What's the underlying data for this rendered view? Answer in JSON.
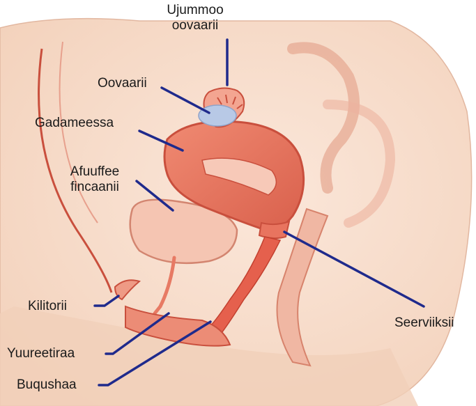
{
  "labels": {
    "fallopian_tube": [
      "Ujummoo",
      "oovaarii"
    ],
    "ovary": "Oovaarii",
    "uterus": "Gadameessa",
    "bladder": [
      "Afuuffee",
      "fincaanii"
    ],
    "clitoris": "Kilitorii",
    "urethra": "Yuureetiraa",
    "vagina": "Buqushaa",
    "cervix": "Seerviiksii"
  },
  "colors": {
    "leader": "#1f2a8c",
    "skin": "#f6dcc8",
    "tissue": "#ef9c8a",
    "uterus": "#e8745f",
    "outline": "#c94f3d",
    "ovary_blue": "#b8c9e6"
  }
}
